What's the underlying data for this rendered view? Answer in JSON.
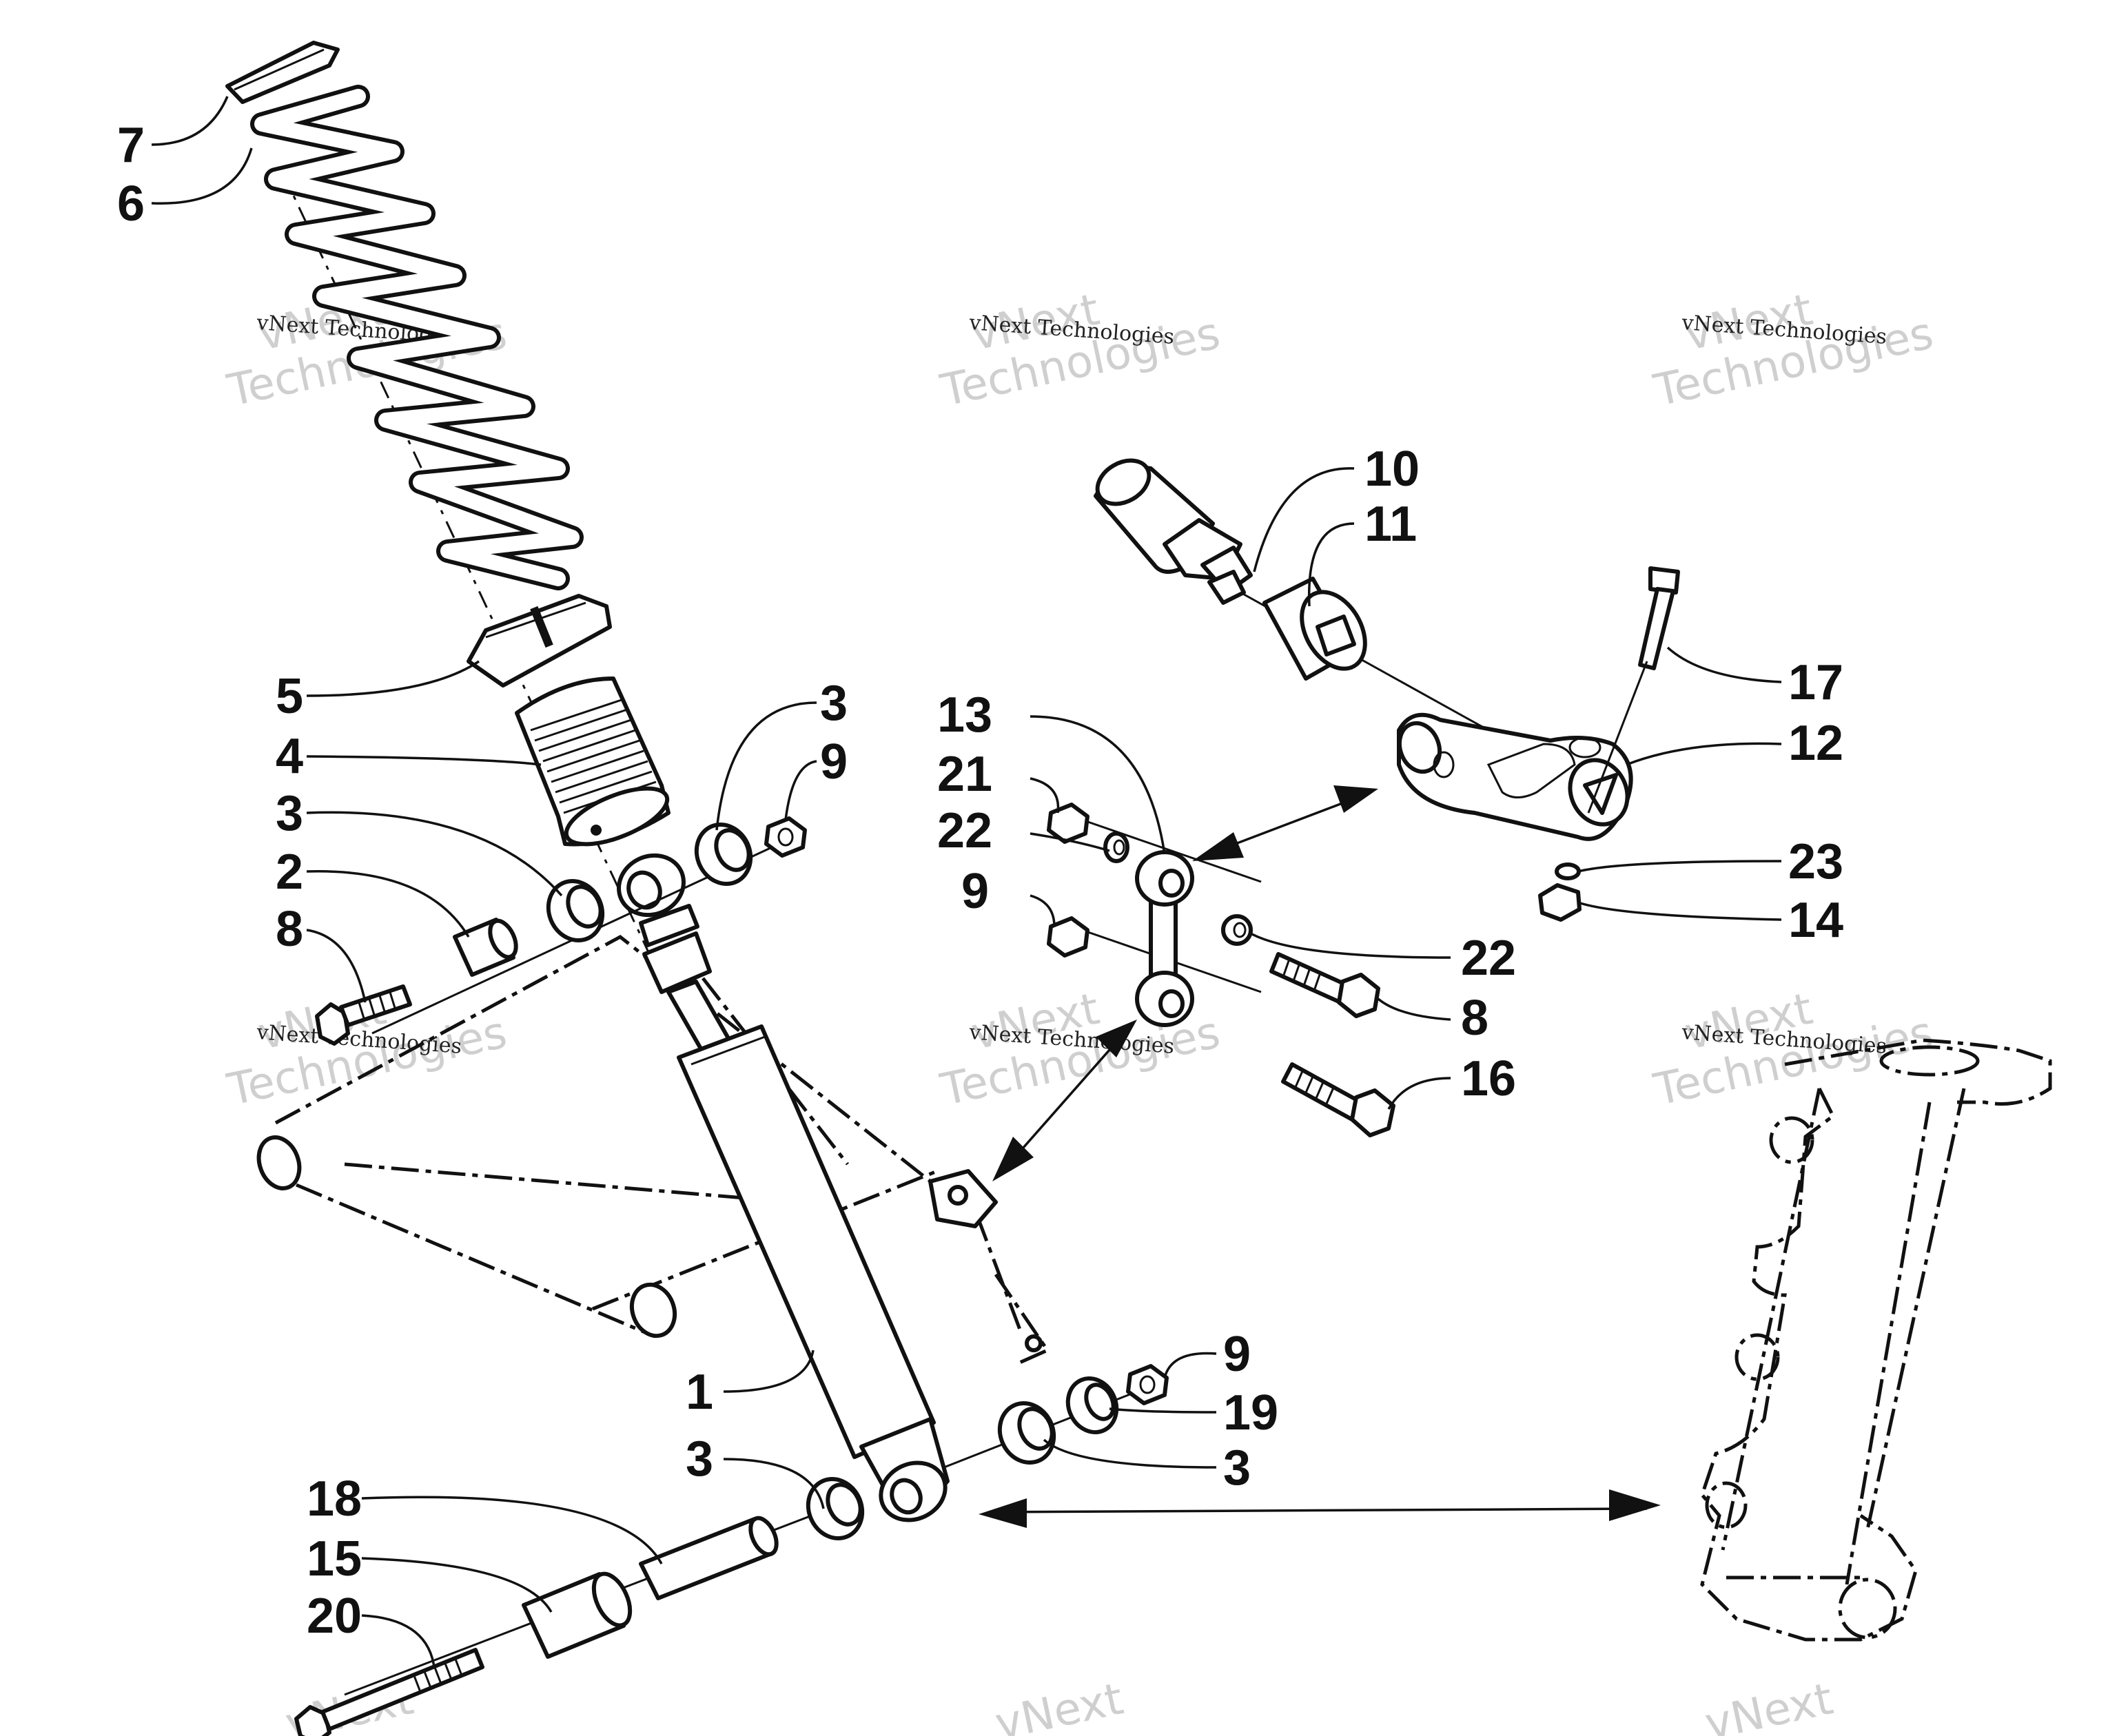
{
  "watermarks": [
    {
      "line1": "vNext",
      "line2": "Technologies",
      "small": "vNext Technologies"
    },
    {
      "line1": "vNext",
      "line2": "Technologies",
      "small": "vNext Technologies"
    },
    {
      "line1": "vNext",
      "line2": "Technologies",
      "small": "vNext Technologies"
    },
    {
      "line1": "vNext",
      "line2": "Technologies",
      "small": "vNext Technologies"
    },
    {
      "line1": "vNext",
      "line2": "Technologies",
      "small": "vNext Technologies"
    },
    {
      "line1": "vNext",
      "line2": "Technologies",
      "small": "vNext Technologies"
    },
    {
      "line1": "vNext",
      "small": ""
    },
    {
      "line1": "vNext",
      "small": ""
    },
    {
      "line1": "vNext",
      "small": ""
    }
  ],
  "callouts": {
    "c7": "7",
    "c6": "6",
    "c5": "5",
    "c4": "4",
    "c3a": "3",
    "c2": "2",
    "c8a": "8",
    "c3b": "3",
    "c9a": "9",
    "c10": "10",
    "c11": "11",
    "c17": "17",
    "c12": "12",
    "c13": "13",
    "c21": "21",
    "c22a": "22",
    "c9b": "9",
    "c23": "23",
    "c14": "14",
    "c22b": "22",
    "c8b": "8",
    "c16": "16",
    "c1": "1",
    "c9c": "9",
    "c19": "19",
    "c3c": "3",
    "c3d": "3",
    "c18": "18",
    "c15": "15",
    "c20": "20"
  }
}
